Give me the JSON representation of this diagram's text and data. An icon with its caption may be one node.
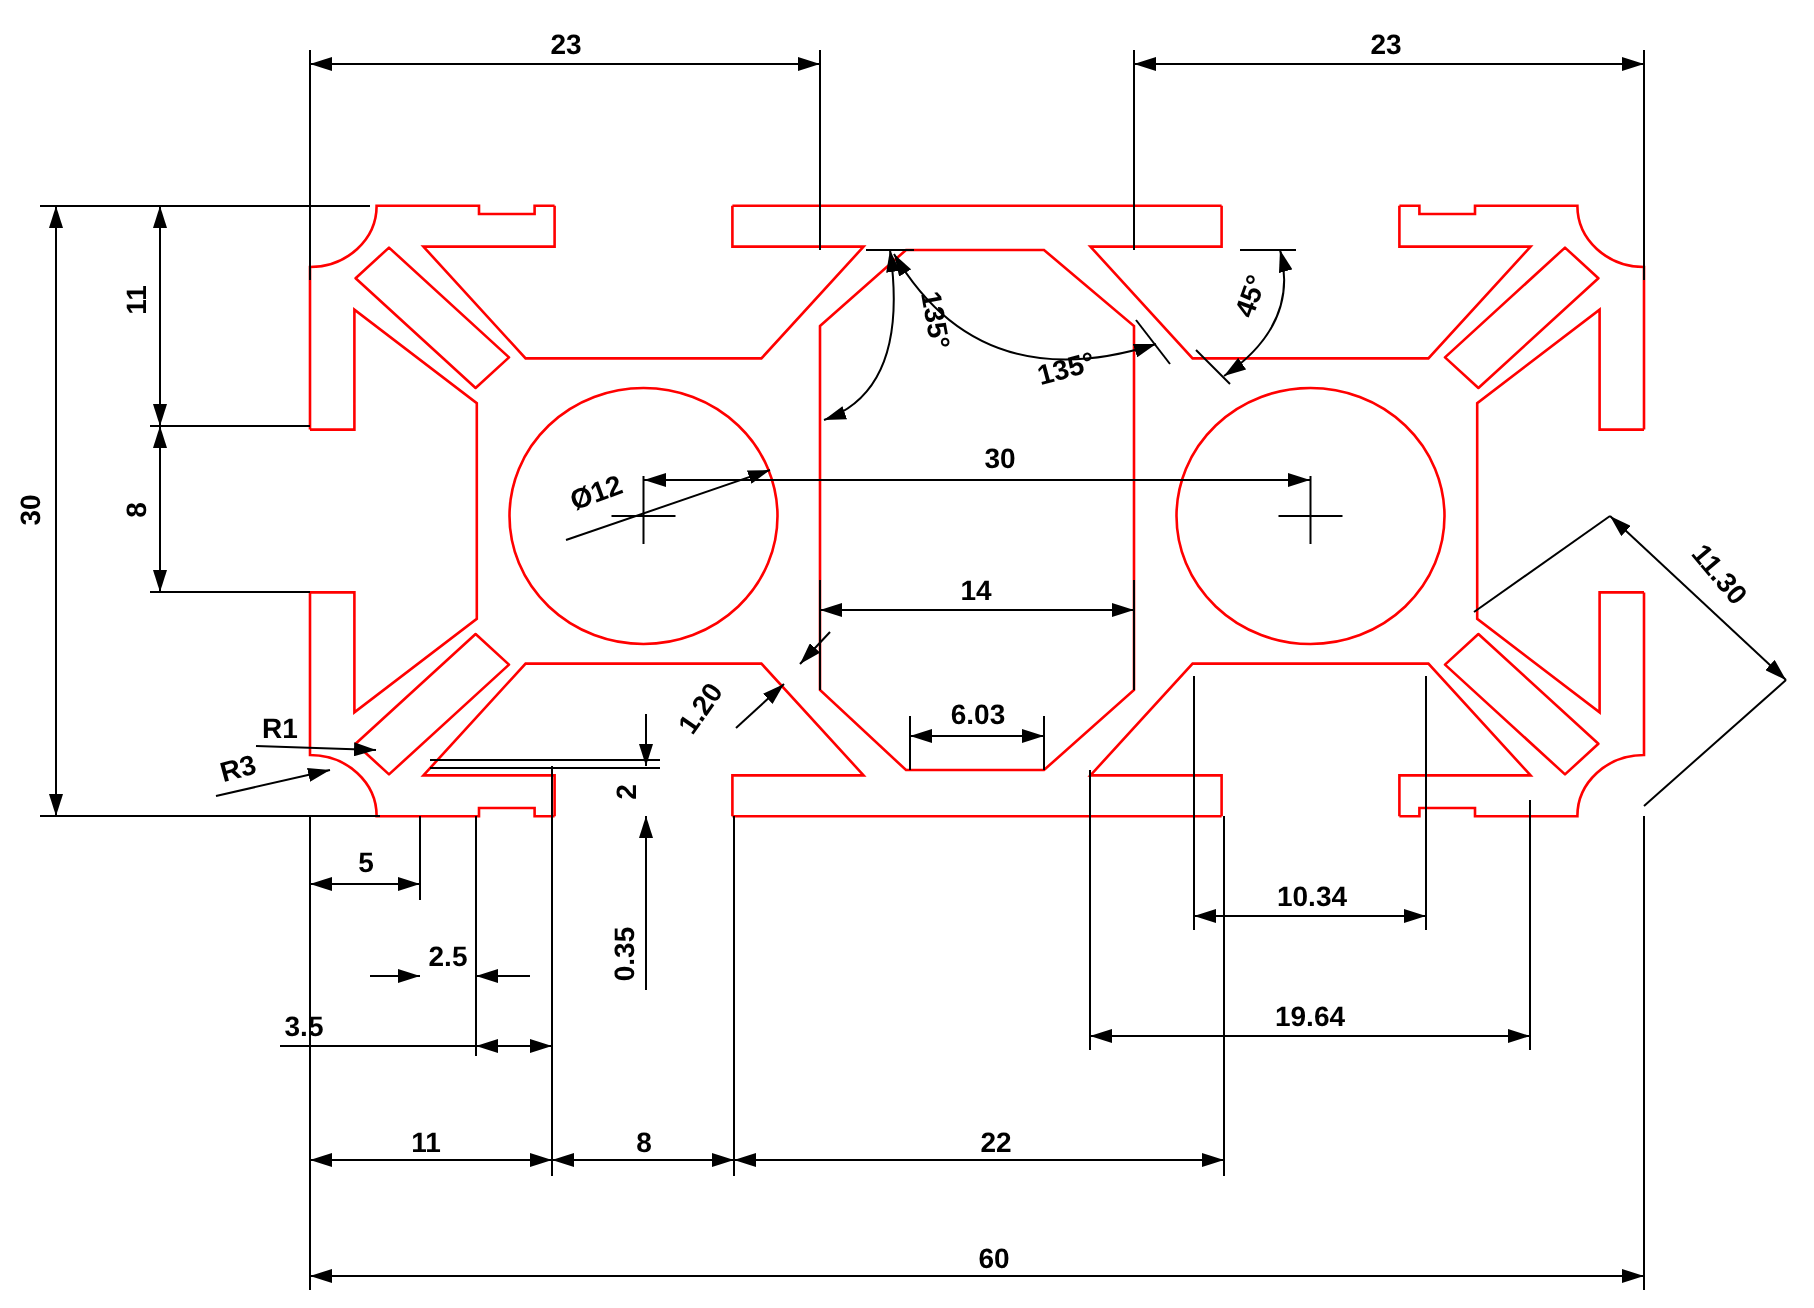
{
  "diagram": {
    "labels": [
      "23",
      "23",
      "11",
      "135°",
      "45°",
      "135°",
      "30",
      "8",
      "Ø12",
      "30",
      "11.30",
      "14",
      "1.20",
      "R1",
      "R3",
      "6.03",
      "2",
      "5",
      "10.34",
      "2.5",
      "0.35",
      "3.5",
      "19.64",
      "11",
      "8",
      "22",
      "60"
    ]
  }
}
